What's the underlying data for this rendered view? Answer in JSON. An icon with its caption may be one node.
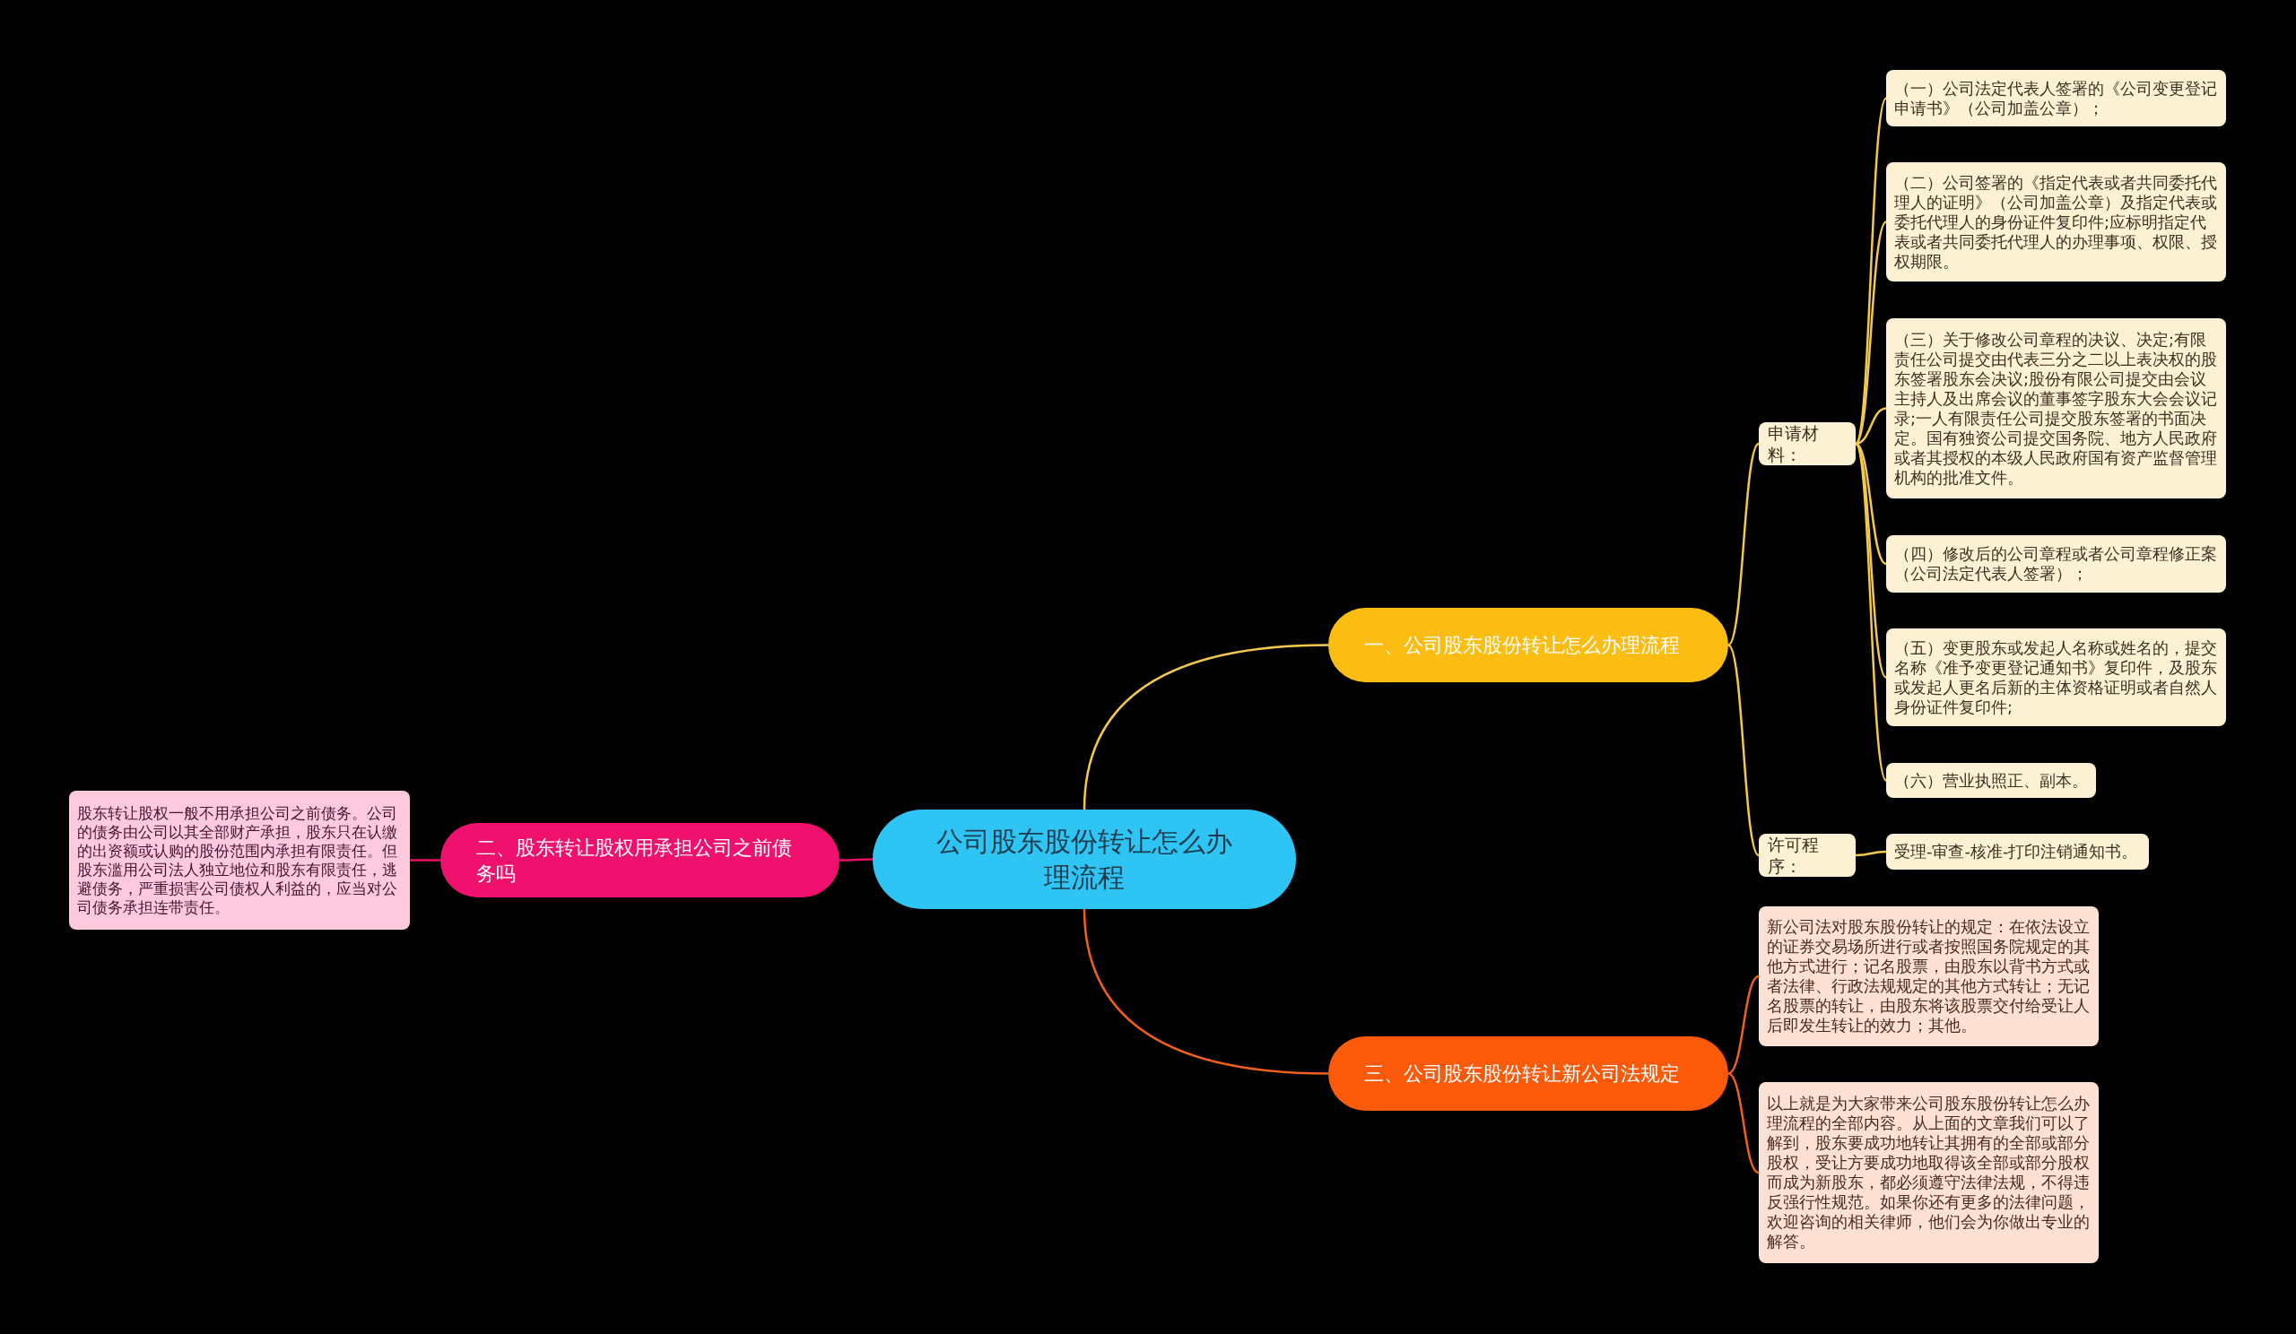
{
  "diagram": {
    "nodes": [
      {
        "text": [
          "公司股东股份转让怎么办理流程"
        ]
      },
      {
        "text": [
          "一、公司股东股份转让怎么办理流程"
        ]
      },
      {
        "text": [
          "申请材料："
        ]
      },
      {
        "text": [
          "（一）公司法定代表人签署的《公司变更登记申请书》（公司加盖公章）；"
        ]
      },
      {
        "text": [
          "（二）公司签署的《指定代表或者共同委托代理人的证明》（公司加盖公章）及指定代表或委托代理人的身份证件复印件;应标明指定代表或者共同委托代理人的办理事项、权限、授权期限。"
        ]
      },
      {
        "text": [
          "（三）关于修改公司章程的决议、决定;有限责任公司提交由代表三分之二以上表决权的股东签署股东会决议;股份有限公司提交由会议主持人及出席会议的董事签字股东大会会议记录;一人有限责任公司提交股东签署的书面决定。国有独资公司提交国务院、地方人民政府或者其授权的本级人民政府国有资产监督管理机构的批准文件。"
        ]
      },
      {
        "text": [
          "（四）修改后的公司章程或者公司章程修正案（公司法定代表人签署）；"
        ]
      },
      {
        "text": [
          "（五）变更股东或发起人名称或姓名的，提交名称《准予变更登记通知书》复印件，及股东或发起人更名后新的主体资格证明或者自然人身份证件复印件;"
        ]
      },
      {
        "text": [
          "（六）营业执照正、副本。"
        ]
      },
      {
        "text": [
          "许可程序："
        ]
      },
      {
        "text": [
          "受理-审查-核准-打印注销通知书。"
        ]
      },
      {
        "text": [
          "二、股东转让股权用承担公司之前债务吗"
        ]
      },
      {
        "text": [
          "股东转让股权一般不用承担公司之前债务。公司的债务由公司以其全部财产承担，股东只在认缴的出资额或认购的股份范围内承担有限责任。但股东滥用公司法人独立地位和股东有限责任，逃避债务，严重损害公司债权人利益的，应当对公司债务承担连带责任。"
        ]
      },
      {
        "text": [
          "三、公司股东股份转让新公司法规定"
        ]
      },
      {
        "text": [
          "新公司法对股东股份转让的规定：在依法设立的证券交易场所进行或者按照国务院规定的其他方式进行；记名股票，由股东以背书方式或者法律、行政法规规定的其他方式转让；无记名股票的转让，由股东将该股票交付给受让人后即发生转让的效力；其他。"
        ]
      },
      {
        "text": [
          "以上就是为大家带来公司股东股份转让怎么办理流程的全部内容。从上面的文章我们可以了解到，股东要成功地转让其拥有的全部或部分股权，受让方要成功地取得该全部或部分股权而成为新股东，都必须遵守法律法规，不得违反强行性规范。如果你还有更多的法律问题，欢迎咨询的相关律师，他们会为你做出专业的解答。"
        ]
      }
    ],
    "edges": [
      {
        "from": 0,
        "to": 1,
        "arrow": "none"
      },
      {
        "from": 1,
        "to": 2,
        "arrow": "none"
      },
      {
        "from": 2,
        "to": 3,
        "arrow": "none"
      },
      {
        "from": 2,
        "to": 4,
        "arrow": "none"
      },
      {
        "from": 2,
        "to": 5,
        "arrow": "none"
      },
      {
        "from": 2,
        "to": 6,
        "arrow": "none"
      },
      {
        "from": 2,
        "to": 7,
        "arrow": "none"
      },
      {
        "from": 2,
        "to": 8,
        "arrow": "none"
      },
      {
        "from": 1,
        "to": 9,
        "arrow": "none"
      },
      {
        "from": 9,
        "to": 10,
        "arrow": "none"
      },
      {
        "from": 0,
        "to": 11,
        "arrow": "none",
        "color": "#e8106a"
      },
      {
        "from": 11,
        "to": 12,
        "arrow": "none",
        "color": "#e8106a"
      },
      {
        "from": 0,
        "to": 13,
        "arrow": "none",
        "color": "#f0601a"
      },
      {
        "from": 13,
        "to": 14,
        "arrow": "none",
        "color": "#f0601a"
      },
      {
        "from": 13,
        "to": 15,
        "arrow": "none",
        "color": "#f0601a"
      }
    ]
  }
}
